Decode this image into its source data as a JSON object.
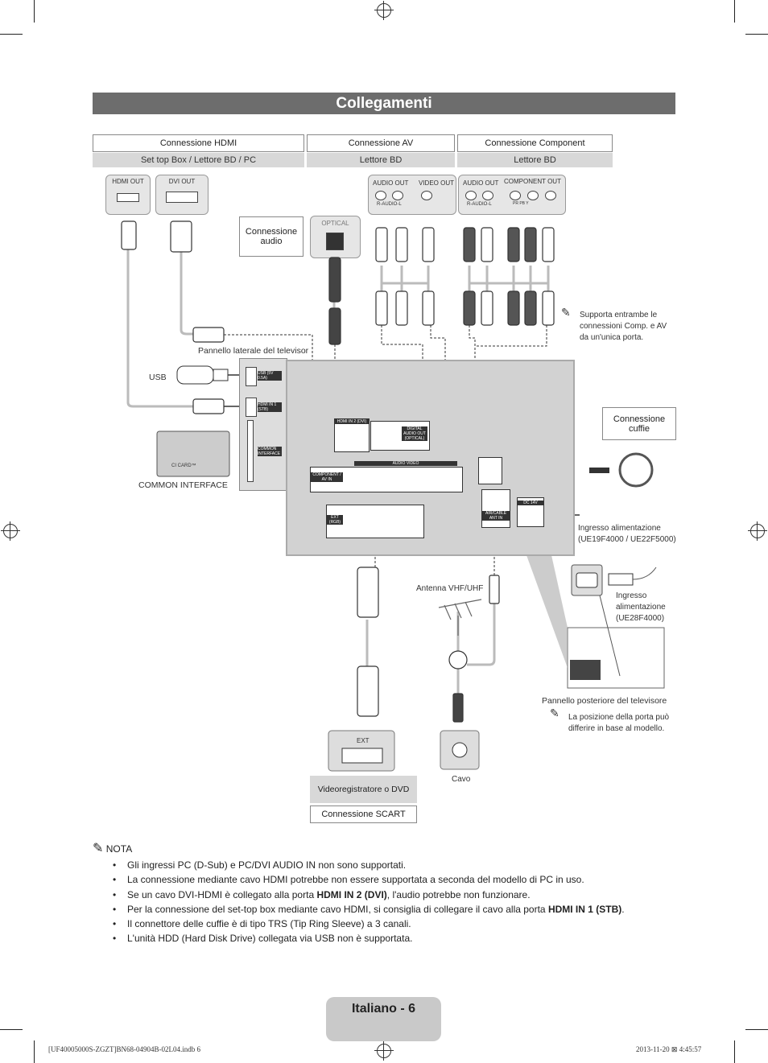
{
  "title": "Collegamenti",
  "sections": {
    "hdmi": {
      "header": "Connessione HDMI",
      "sub": "Set top Box / Lettore BD / PC",
      "ports": [
        "HDMI OUT",
        "DVI OUT"
      ]
    },
    "av": {
      "header": "Connessione AV",
      "sub": "Lettore BD",
      "ports": [
        "AUDIO OUT",
        "VIDEO OUT"
      ],
      "port_sub": "R-AUDIO-L"
    },
    "component": {
      "header": "Connessione Component",
      "sub": "Lettore BD",
      "ports": [
        "AUDIO OUT",
        "COMPONENT OUT"
      ],
      "port_sub": "R-AUDIO-L",
      "pr_pb_y": "PR   PB   Y"
    },
    "audio": {
      "label": "Connessione audio",
      "port": "OPTICAL"
    },
    "headphones": {
      "label": "Connessione cuffie"
    }
  },
  "side_panel_label": "Pannello laterale del televisor",
  "usb_label": "USB",
  "ci_label": "COMMON INTERFACE",
  "ci_card": "CI CARD™",
  "side_ports": [
    "USB (5V 0.5A)",
    "HDMI IN 1 (STB)",
    "COMMON INTERFACE"
  ],
  "rear_ports": {
    "hdmi2": "HDMI IN 2 (DVI)",
    "optical": "DIGITAL AUDIO OUT (OPTICAL)",
    "component": "COMPONENT / AV IN",
    "audio_video": "AUDIO   VIDEO",
    "ext": "EXT (RGB)",
    "ant": "AIR/CABLE",
    "ant2": "ANT IN",
    "dc": "DC 14V"
  },
  "support_note": "Supporta entrambe le connessioni Comp. e AV da un'unica porta.",
  "power1": "Ingresso alimentazione (UE19F4000 / UE22F5000)",
  "power2": "Ingresso alimentazione (UE28F4000)",
  "antenna": "Antenna VHF/UHF",
  "cable": "Cavo",
  "rear_panel": "Pannello posteriore del televisore",
  "position_note": "La posizione della porta può differire in base al modello.",
  "ext_port": "EXT",
  "vcr": "Videoregistratore o DVD",
  "scart": "Connessione SCART",
  "nota": "NOTA",
  "notes": [
    {
      "pre": "Gli ingressi PC (D-Sub) e PC/DVI AUDIO IN non sono supportati.",
      "bold": "",
      "post": ""
    },
    {
      "pre": "La connessione mediante cavo HDMI potrebbe non essere supportata a seconda del modello di PC in uso.",
      "bold": "",
      "post": ""
    },
    {
      "pre": "Se un cavo DVI-HDMI è collegato alla porta ",
      "bold": "HDMI IN 2 (DVI)",
      "post": ", l'audio potrebbe non funzionare."
    },
    {
      "pre": "Per la connessione del set-top box mediante cavo HDMI, si consiglia di collegare il cavo alla porta ",
      "bold": "HDMI IN 1 (STB)",
      "post": "."
    },
    {
      "pre": "Il connettore delle cuffie è di tipo TRS (Tip Ring Sleeve) a 3 canali.",
      "bold": "",
      "post": ""
    },
    {
      "pre": "L'unità HDD (Hard Disk Drive) collegata via USB non è supportata.",
      "bold": "",
      "post": ""
    }
  ],
  "page_label": "Italiano - 6",
  "footer_left": "[UF40005000S-ZGZT]BN68-04904B-02L04.indb   6",
  "footer_right": "2013-11-20   ⊠ 4:45:57"
}
